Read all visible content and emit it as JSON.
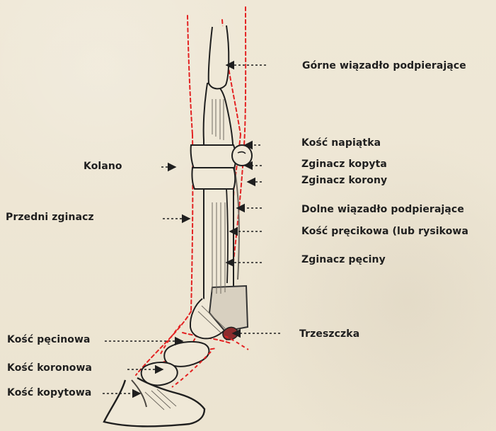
{
  "labels": {
    "gorne_wiazadlo_podpierajace": "Górne wiązadło podpierające",
    "kosc_napiatka": "Kość napiątka",
    "kolano": "Kolano",
    "zginacz_kopyta": "Zginacz kopyta",
    "zginacz_korony": "Zginacz korony",
    "przedni_zginacz": "Przedni zginacz",
    "dolne_wiazadlo_podpierajace": "Dolne wiązadło podpierające",
    "kosc_precikowa": "Kość pręcikowa (lub rysikowa",
    "zginacz_peciny": "Zginacz pęciny",
    "trzeszczka": "Trzeszczka",
    "kosc_pecinowa": "Kość pęcinowa",
    "kosc_koronowa": "Kość koronowa",
    "kosc_kopytowa": "Kość kopytowa"
  },
  "colors": {
    "ink": "#1f1f1f",
    "red": "#e32222",
    "paper": "#ebe3cf",
    "shade": "#c8c0ad"
  }
}
